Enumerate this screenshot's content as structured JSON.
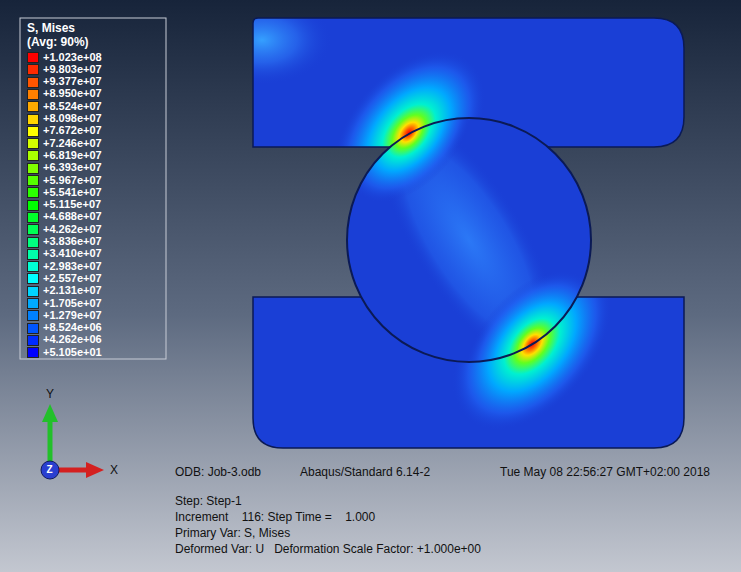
{
  "diagram": {
    "labels": [
      "S, Mises",
      "(Avg: 90%)",
      "Y",
      "Z",
      "X",
      "ODB: Job-3.odb",
      "Abaqus/Standard 6.14-2",
      "Tue May 08 22:56:27 GMT+02:00 2018",
      "Step: Step-1",
      "Increment    116: Step Time =    1.000",
      "Primary Var: S, Mises",
      "Deformed Var: U   Deformation Scale Factor: +1.000e+00"
    ],
    "legend": [
      {
        "text": "+1.023e+08",
        "color": "#ff0000"
      },
      {
        "text": "+9.803e+07",
        "color": "#ff2a00"
      },
      {
        "text": "+9.377e+07",
        "color": "#ff5500"
      },
      {
        "text": "+8.950e+07",
        "color": "#ff8000"
      },
      {
        "text": "+8.524e+07",
        "color": "#ffaa00"
      },
      {
        "text": "+8.098e+07",
        "color": "#ffd500"
      },
      {
        "text": "+7.672e+07",
        "color": "#ffff00"
      },
      {
        "text": "+7.246e+07",
        "color": "#d5ff00"
      },
      {
        "text": "+6.819e+07",
        "color": "#aaff00"
      },
      {
        "text": "+6.393e+07",
        "color": "#80ff00"
      },
      {
        "text": "+5.967e+07",
        "color": "#55ff00"
      },
      {
        "text": "+5.541e+07",
        "color": "#2bff00"
      },
      {
        "text": "+5.115e+07",
        "color": "#00ff00"
      },
      {
        "text": "+4.688e+07",
        "color": "#00ff2a"
      },
      {
        "text": "+4.262e+07",
        "color": "#00ff55"
      },
      {
        "text": "+3.836e+07",
        "color": "#00ff80"
      },
      {
        "text": "+3.410e+07",
        "color": "#00ffaa"
      },
      {
        "text": "+2.983e+07",
        "color": "#00ffd5"
      },
      {
        "text": "+2.557e+07",
        "color": "#00ffff"
      },
      {
        "text": "+2.131e+07",
        "color": "#00d5ff"
      },
      {
        "text": "+1.705e+07",
        "color": "#00aaff"
      },
      {
        "text": "+1.279e+07",
        "color": "#0080ff"
      },
      {
        "text": "+8.524e+06",
        "color": "#0055ff"
      },
      {
        "text": "+4.262e+06",
        "color": "#002bff"
      },
      {
        "text": "+5.105e+01",
        "color": "#0000ff"
      }
    ]
  }
}
